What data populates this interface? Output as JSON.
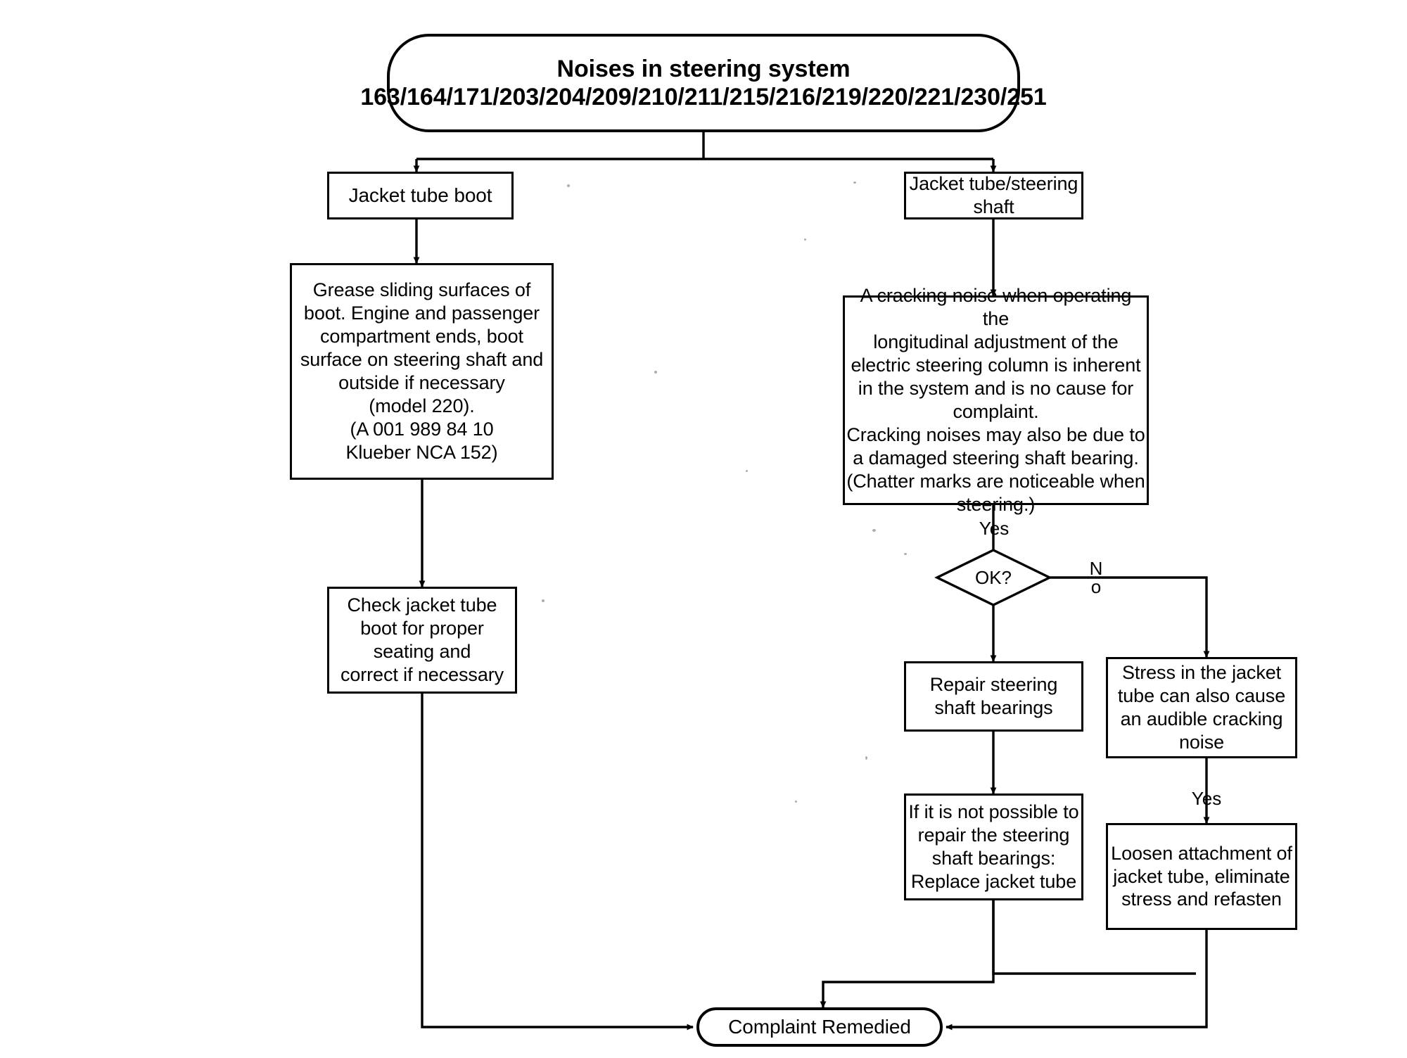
{
  "diagram": {
    "type": "flowchart",
    "title": "Noises in steering system troubleshooting flowchart",
    "start": {
      "line1": "Noises in steering system",
      "line2": "163/164/171/203/204/209/210/211/215/216/219/220/221/230/251"
    },
    "branch_left": {
      "header": "Jacket tube boot",
      "action": "Grease sliding surfaces of\nboot. Engine and passenger\ncompartment ends, boot\nsurface on steering shaft and\noutside if necessary\n(model 220).\n(A 001 989 84 10\nKlueber NCA 152)",
      "check": "Check jacket tube\nboot for proper\nseating and\ncorrect if necessary"
    },
    "branch_right": {
      "header": "Jacket tube/steering\nshaft",
      "description": "A cracking noise when operating the\nlongitudinal adjustment of the\nelectric steering column is inherent\nin the system and is no cause for\ncomplaint.\nCracking noises may also be due to\na damaged steering shaft bearing.\n(Chatter marks are noticeable when\nsteering.)",
      "decision": "OK?",
      "decision_yes_label": "Yes",
      "decision_no_label": "N\no",
      "yes_path_step1": "Repair steering\nshaft bearings",
      "yes_path_step2": "If it is not possible to\nrepair the steering\nshaft bearings:\nReplace jacket tube",
      "no_path_step1": "Stress in the jacket\ntube can also cause\nan audible cracking\nnoise",
      "no_path_yes_label": "Yes",
      "no_path_step2": "Loosen attachment of\njacket tube, eliminate\nstress and refasten"
    },
    "end": {
      "label": "Complaint Remedied"
    },
    "colors": {
      "stroke": "#000000",
      "fill": "#ffffff",
      "text": "#000000"
    }
  }
}
